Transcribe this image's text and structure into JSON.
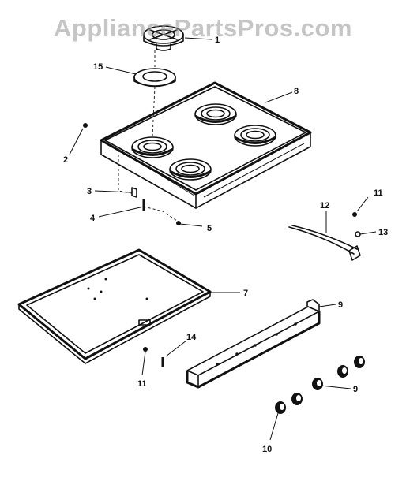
{
  "watermark": "AppliancePartsPros.com",
  "callouts": {
    "c1": "1",
    "c15": "15",
    "c8": "8",
    "c2": "2",
    "c3": "3",
    "c4": "4",
    "c5": "5",
    "c7": "7",
    "c9a": "9",
    "c14": "14",
    "c11a": "11",
    "c11b": "11",
    "c12": "12",
    "c13": "13",
    "c9b": "9",
    "c10": "10"
  }
}
